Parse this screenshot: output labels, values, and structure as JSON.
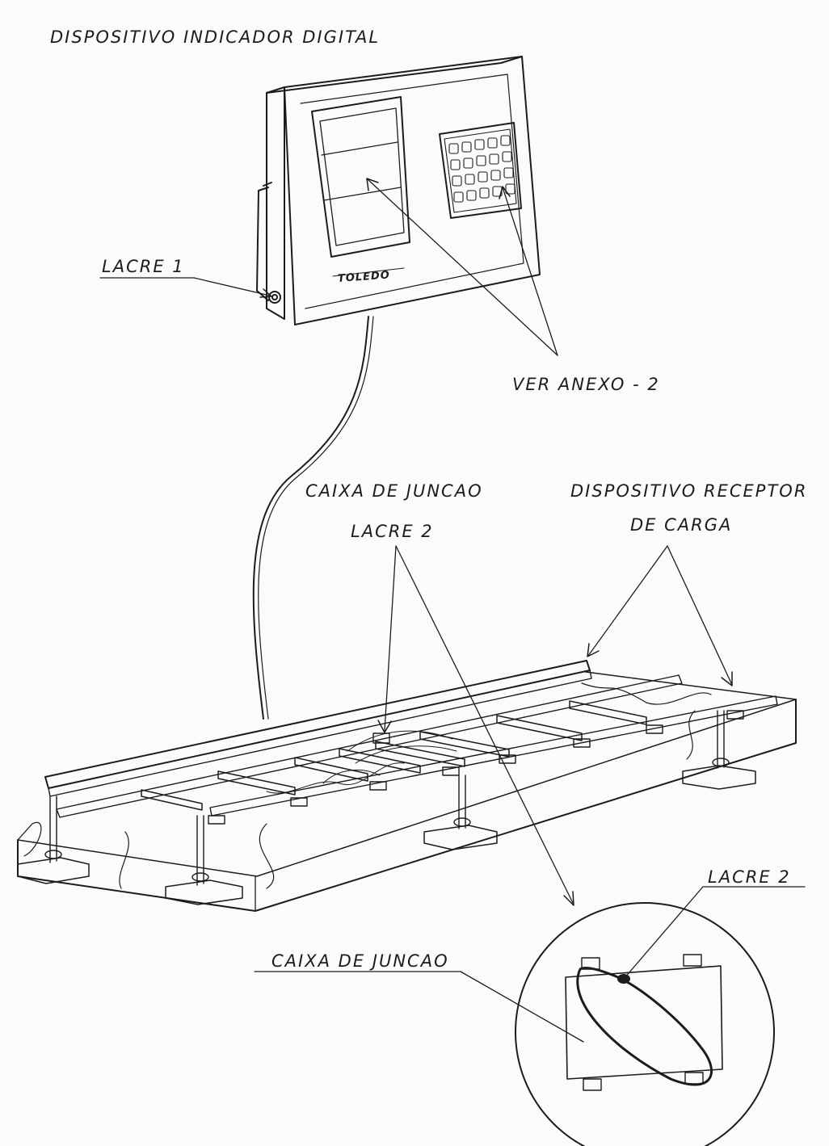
{
  "labels": {
    "indicator": "DISPOSITIVO INDICADOR DIGITAL",
    "seal1": "LACRE 1",
    "see_annex": "VER ANEXO - 2",
    "junction_box": "CAIXA DE JUNCAO",
    "seal2": "LACRE 2",
    "receptor_line1": "DISPOSITIVO RECEPTOR",
    "receptor_line2": "DE CARGA",
    "detail_seal2": "LACRE 2",
    "detail_junction_box": "CAIXA DE JUNCAO"
  },
  "brand": "TOLEDO",
  "colors": {
    "ink": "#1c1c1c",
    "paper": "#fbfbfa"
  }
}
